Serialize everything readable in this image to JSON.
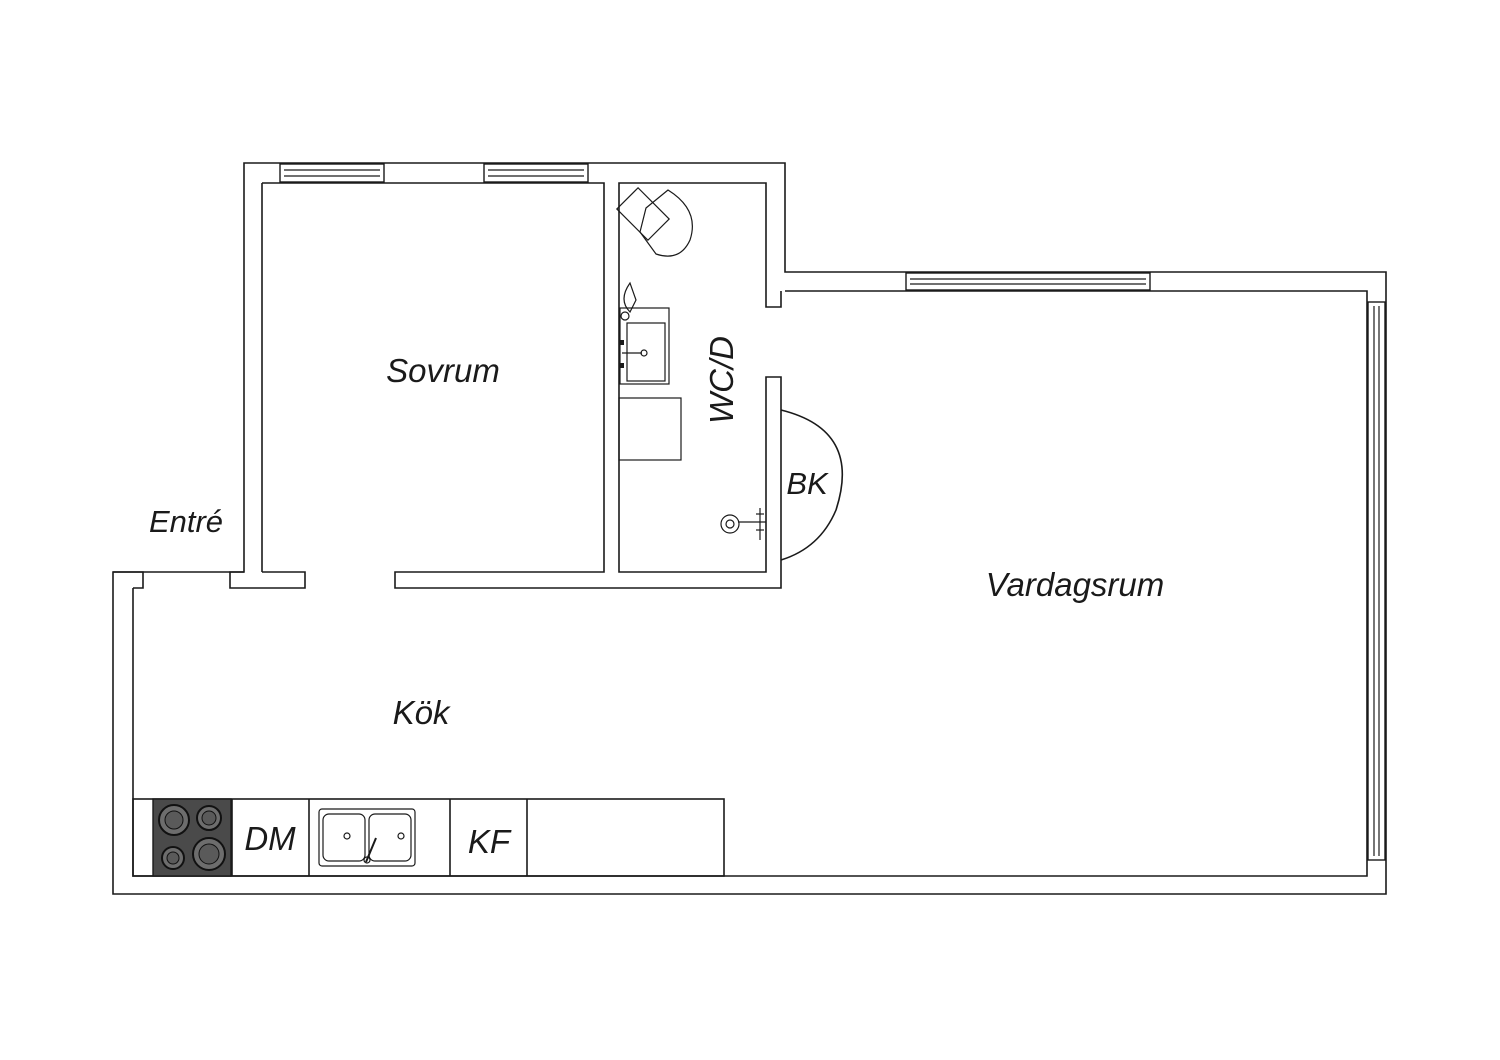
{
  "rooms": {
    "bedroom": "Sovrum",
    "bathroom": "WC/D",
    "entrance": "Entré",
    "wardrobe": "BK",
    "living_room": "Vardagsrum",
    "kitchen": "Kök"
  },
  "kitchen_fixtures": {
    "dishwasher": "DM",
    "fridge_freezer": "KF"
  },
  "colors": {
    "lines": "#1a1a1a",
    "stove_top": "#4a4a4a",
    "background": "#ffffff"
  }
}
